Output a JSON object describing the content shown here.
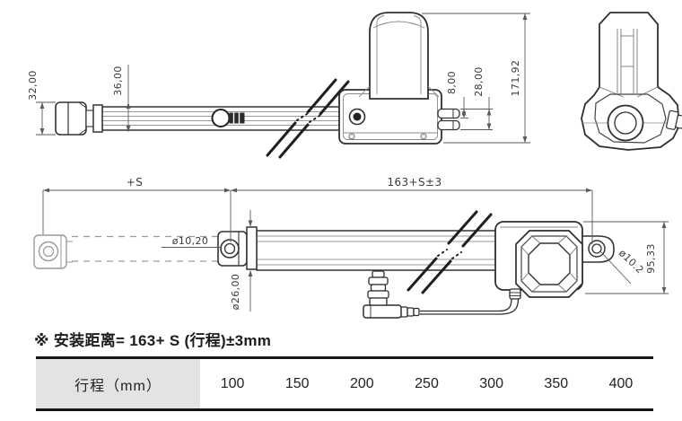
{
  "drawing": {
    "top_view": {
      "dim_clevis_height": "32,00",
      "dim_outer_tube": "36,00",
      "dim_tab": "8,00",
      "dim_tab_span": "28,00",
      "dim_total_height": "171,92"
    },
    "middle_view": {
      "dim_stroke": "+S",
      "dim_install": "163+S±3",
      "dim_front_hole": "ø10,20",
      "dim_tube_dia": "ø26,00",
      "dim_rear_hole": "ø10.2",
      "dim_housing_height": "95,33"
    }
  },
  "note": "※ 安装距离= 163+ S (行程)±3mm",
  "table": {
    "header": "行程（mm）",
    "values": [
      "100",
      "150",
      "200",
      "250",
      "300",
      "350",
      "400"
    ]
  },
  "colors": {
    "line": "#333333",
    "dim_line": "#5a5a5a",
    "light_line": "#999999",
    "table_header_bg": "#e3e3e3",
    "table_border": "#151515"
  }
}
